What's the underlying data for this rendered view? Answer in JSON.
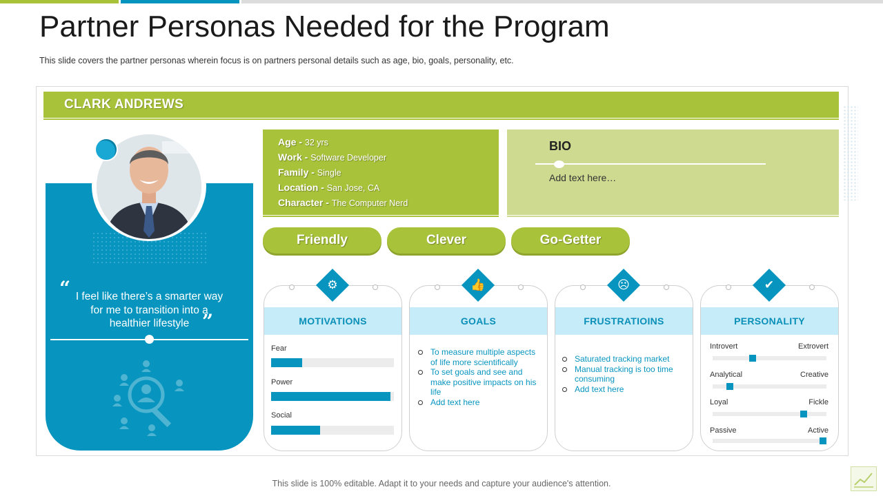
{
  "header": {
    "title": "Partner Personas Needed for the Program",
    "subtitle": "This slide covers the partner personas wherein focus is on partners personal details such as age, bio, goals, personality, etc."
  },
  "persona": {
    "name": "CLARK ANDREWS",
    "quote": "I feel like there’s a smarter way for me to transition into a healthier lifestyle",
    "quote_open": "“",
    "quote_close": "”",
    "details": [
      {
        "label": "Age -",
        "value": "32 yrs"
      },
      {
        "label": "Work -",
        "value": "Software Developer"
      },
      {
        "label": "Family -",
        "value": "Single"
      },
      {
        "label": "Location -",
        "value": "San Jose, CA"
      },
      {
        "label": "Character -",
        "value": "The Computer Nerd"
      }
    ],
    "bio": {
      "title": "BIO",
      "text": "Add text here…"
    },
    "traits": [
      "Friendly",
      "Clever",
      "Go-Getter"
    ]
  },
  "sections": {
    "motivations": {
      "title": "MOTIVATIONS",
      "icon": "people-gear-icon",
      "bars": [
        {
          "label": "Fear",
          "value": 25
        },
        {
          "label": "Power",
          "value": 97
        },
        {
          "label": "Social",
          "value": 40
        }
      ]
    },
    "goals": {
      "title": "GOALS",
      "icon": "thumbs-up-gear-icon",
      "items": [
        "To measure multiple aspects of life more scientifically",
        "To set goals and see and make positive impacts on his life",
        "Add text here"
      ]
    },
    "frustrations": {
      "title": "FRUSTRATIOINS",
      "icon": "frustrated-person-icon",
      "items": [
        "Saturated tracking market",
        "Manual tracking is too time consuming",
        "Add text here"
      ]
    },
    "personality": {
      "title": "PERSONALITY",
      "icon": "gear-check-icon",
      "scales": [
        {
          "left": "Introvert",
          "right": "Extrovert",
          "value": 0.35
        },
        {
          "left": "Analytical",
          "right": "Creative",
          "value": 0.15
        },
        {
          "left": "Loyal",
          "right": "Fickle",
          "value": 0.8
        },
        {
          "left": "Passive",
          "right": "Active",
          "value": 0.97
        }
      ]
    }
  },
  "footer": {
    "text": "This slide is 100% editable. Adapt it to your needs and capture your audience's attention."
  },
  "colors": {
    "green": "#a8c23a",
    "light_green": "#cdda8f",
    "blue": "#0795bf",
    "light_blue": "#c5ecf8"
  }
}
